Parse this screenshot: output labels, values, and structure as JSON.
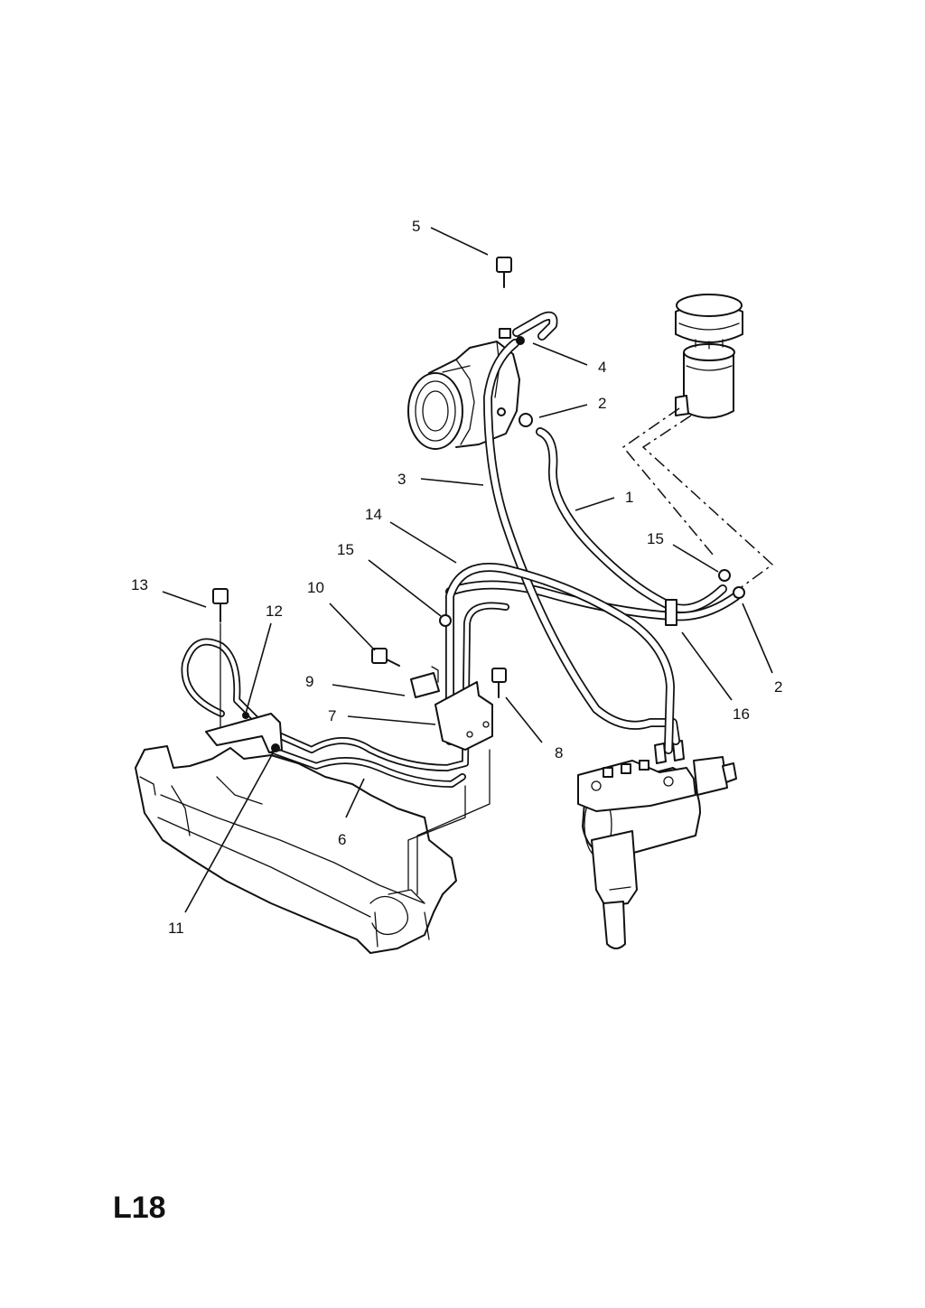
{
  "page_code": "L18",
  "callouts": [
    {
      "id": "c5",
      "label": "5"
    },
    {
      "id": "c4",
      "label": "4"
    },
    {
      "id": "c2a",
      "label": "2"
    },
    {
      "id": "c3",
      "label": "3"
    },
    {
      "id": "c1",
      "label": "1"
    },
    {
      "id": "c14",
      "label": "14"
    },
    {
      "id": "c15a",
      "label": "15"
    },
    {
      "id": "c15b",
      "label": "15"
    },
    {
      "id": "c10",
      "label": "10"
    },
    {
      "id": "c13",
      "label": "13"
    },
    {
      "id": "c12",
      "label": "12"
    },
    {
      "id": "c9",
      "label": "9"
    },
    {
      "id": "c7",
      "label": "7"
    },
    {
      "id": "c8",
      "label": "8"
    },
    {
      "id": "c16",
      "label": "16"
    },
    {
      "id": "c2b",
      "label": "2"
    },
    {
      "id": "c6",
      "label": "6"
    },
    {
      "id": "c11",
      "label": "11"
    }
  ]
}
